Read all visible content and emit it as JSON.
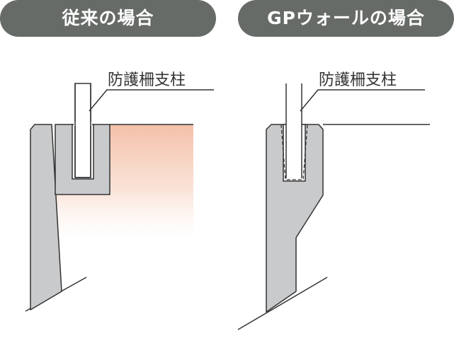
{
  "panels": [
    {
      "heading": "従来の場合",
      "label": "防護柵支柱"
    },
    {
      "heading": "GPウォールの場合",
      "label": "防護柵支柱"
    }
  ],
  "colors": {
    "pill": "#676b67",
    "concrete": "#c8cacc",
    "outline": "#333333",
    "highlight": "#f4bfa8"
  }
}
